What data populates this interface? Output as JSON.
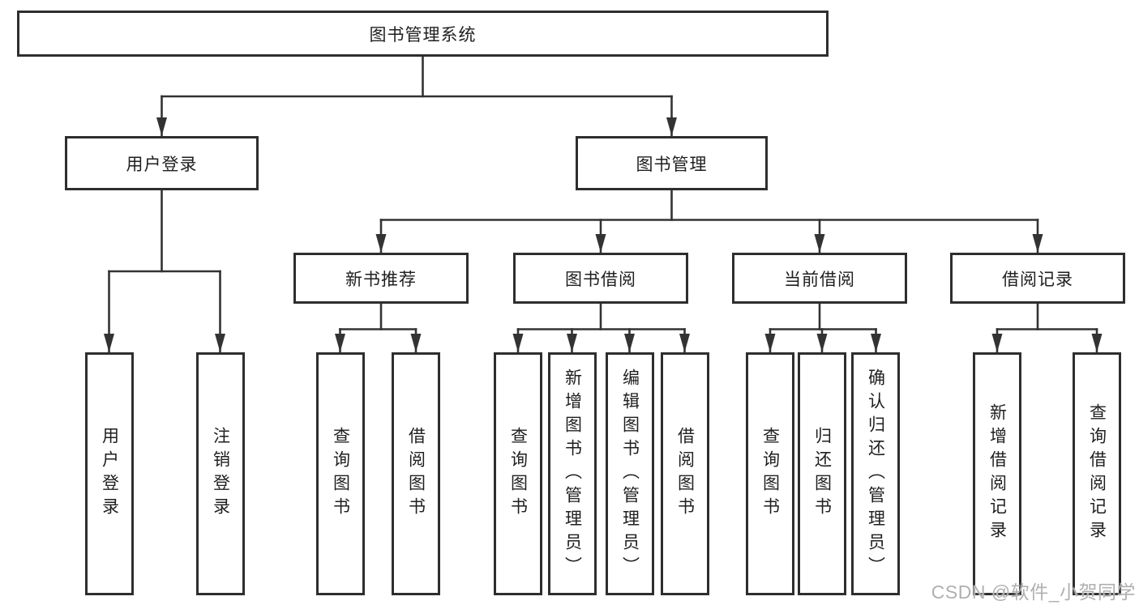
{
  "tree": {
    "root": "图书管理系统",
    "branches": [
      {
        "label": "用户登录",
        "children": [
          "用户登录",
          "注销登录"
        ]
      },
      {
        "label": "图书管理",
        "children": [
          {
            "label": "新书推荐",
            "children": [
              "查询图书",
              "借阅图书"
            ]
          },
          {
            "label": "图书借阅",
            "children": [
              "查询图书",
              "新增图书（管理员）",
              "编辑图书（管理员）",
              "借阅图书"
            ]
          },
          {
            "label": "当前借阅",
            "children": [
              "查询图书",
              "归还图书",
              "确认归还（管理员）"
            ]
          },
          {
            "label": "借阅记录",
            "children": [
              "新增借阅记录",
              "查询借阅记录"
            ]
          }
        ]
      }
    ]
  },
  "watermark": "CSDN @软件_小贺同学",
  "colors": {
    "line": "#333333",
    "text": "#1f1f1f",
    "watermark": "#b0b0b0",
    "background": "#ffffff"
  }
}
